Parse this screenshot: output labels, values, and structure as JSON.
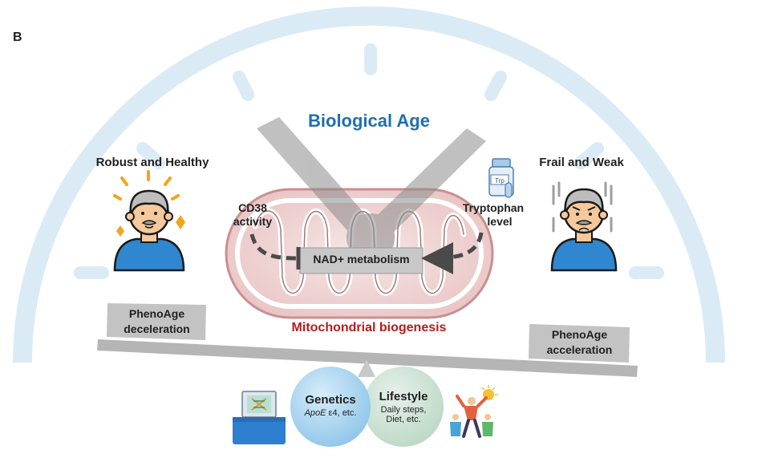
{
  "panel_label": "B",
  "title": "Biological Age",
  "left_person_label": "Robust and Healthy",
  "right_person_label": "Frail and Weak",
  "cd38": {
    "line1": "CD38",
    "line2": "activity"
  },
  "tryptophan": {
    "line1": "Tryptophan",
    "line2": "level",
    "bottle_text": "Trp"
  },
  "nad_label": "NAD+ metabolism",
  "mito_label": "Mitochondrial biogenesis",
  "pheno_left": {
    "line1": "PhenoAge",
    "line2": "deceleration"
  },
  "pheno_right": {
    "line1": "PhenoAge",
    "line2": "acceleration"
  },
  "genetics": {
    "title": "Genetics",
    "gene": "ApoE",
    "rest": " ε4, etc."
  },
  "lifestyle": {
    "title": "Lifestyle",
    "line1": "Daily steps,",
    "line2": "Diet, etc."
  },
  "colors": {
    "title_blue": "#1f6fb2",
    "mito_red": "#b71c1c",
    "arc_light_blue": "#d6e9f5",
    "gray_bar": "#b8b8b8",
    "shirt_blue": "#2f87d0",
    "genetics_circle": "#a9d3ee",
    "lifestyle_circle": "#cfe3d6",
    "mito_fill": "#f2dada"
  }
}
